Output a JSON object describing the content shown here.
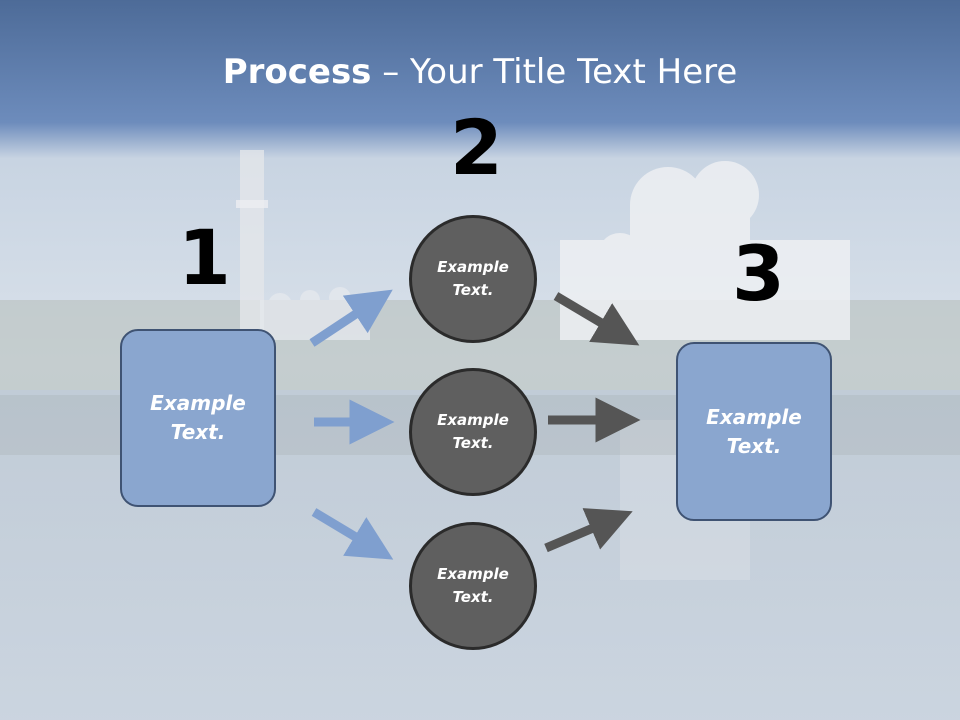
{
  "slide": {
    "title_bold": "Process",
    "title_rest": " – Your Title Text Here"
  },
  "steps": [
    {
      "number": "1",
      "line1": "Example",
      "line2": "Text."
    },
    {
      "number": "2",
      "line1": "Example",
      "line2": "Text."
    },
    {
      "number": "3",
      "line1": "Example",
      "line2": "Text."
    }
  ],
  "middle_circles": [
    {
      "line1": "Example",
      "line2": "Text."
    },
    {
      "line1": "Example",
      "line2": "Text."
    },
    {
      "line1": "Example",
      "line2": "Text."
    }
  ],
  "colors": {
    "box_fill": "#8aa6cf",
    "circle_fill": "#5f5f5f",
    "arrow_blue": "#7f9fcf",
    "arrow_dark": "#555555"
  }
}
